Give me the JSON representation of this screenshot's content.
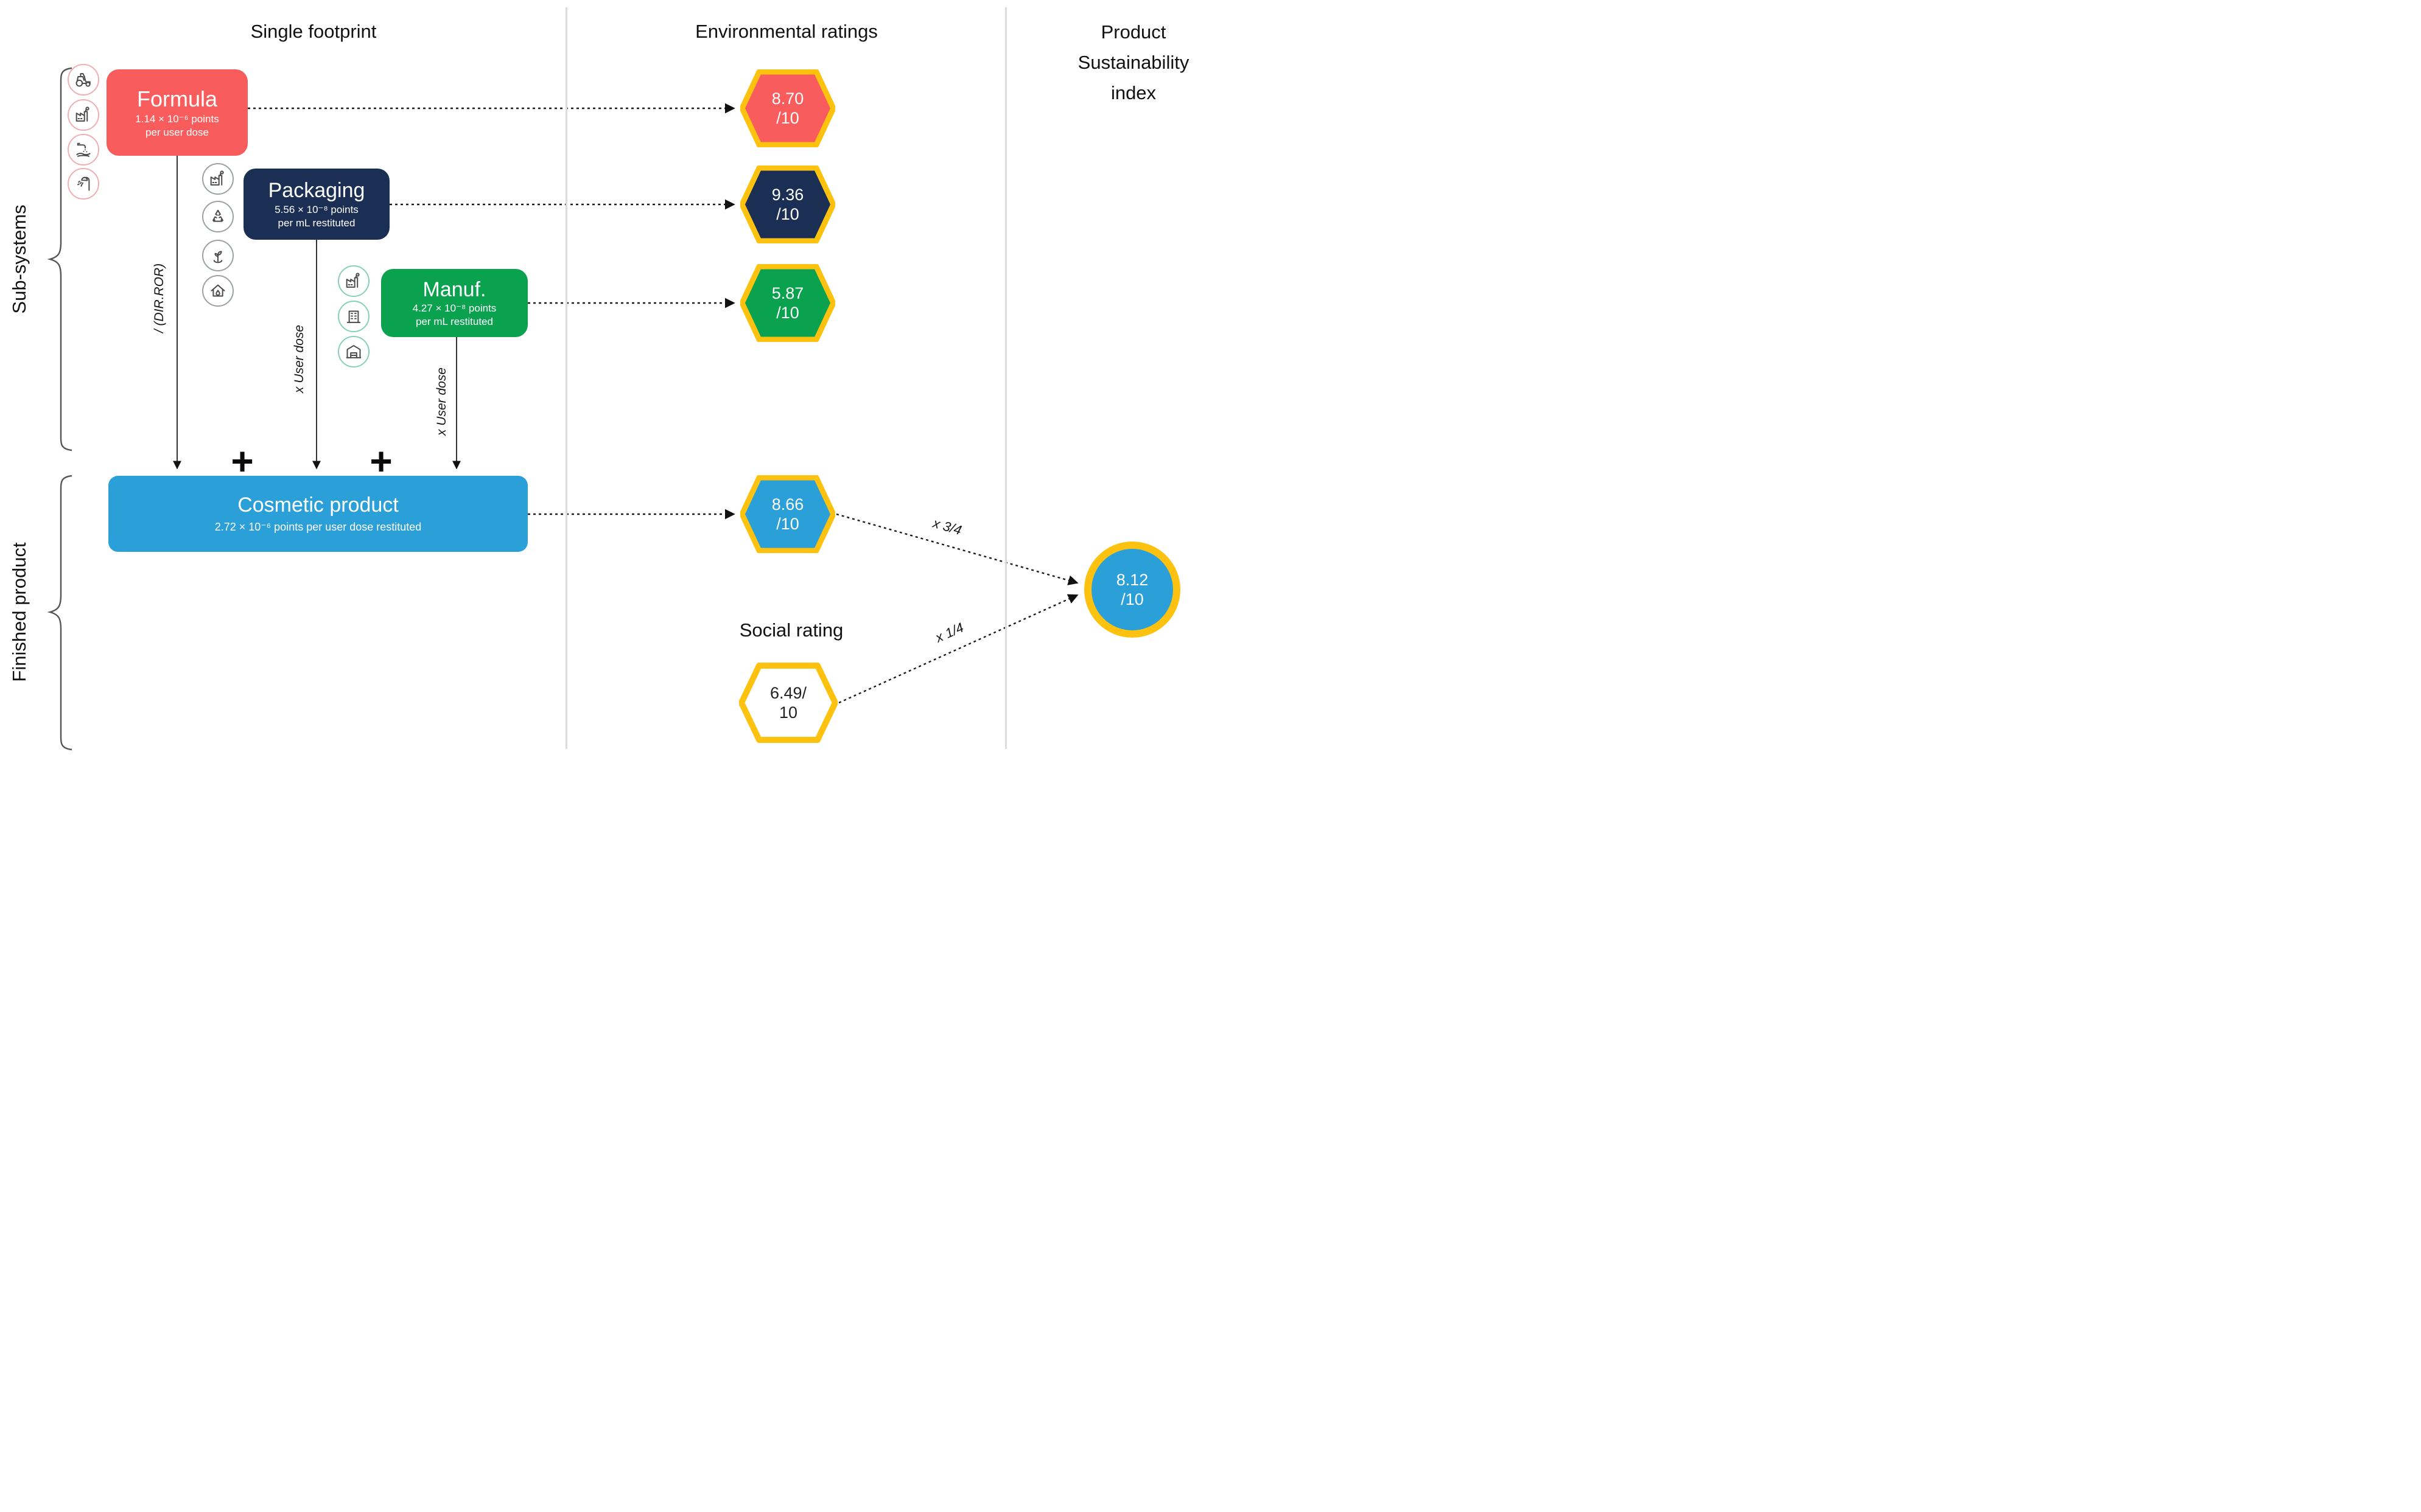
{
  "headers": {
    "single_footprint": "Single footprint",
    "environmental_ratings": "Environmental ratings",
    "psi_line1": "Product",
    "psi_line2": "Sustainability",
    "psi_line3": "index"
  },
  "side_labels": {
    "sub_systems": "Sub-systems",
    "finished_product": "Finished product"
  },
  "boxes": {
    "formula": {
      "title": "Formula",
      "sub1": "1.14 × 10⁻⁶ points",
      "sub2": "per user dose",
      "color": "#f85c5d"
    },
    "packaging": {
      "title": "Packaging",
      "sub1": "5.56 × 10⁻⁸ points",
      "sub2": "per mL restituted",
      "color": "#1b2f55"
    },
    "manuf": {
      "title": "Manuf.",
      "sub1": "4.27 × 10⁻⁸ points",
      "sub2": "per mL restituted",
      "color": "#0aa14f"
    },
    "cosmetic": {
      "title": "Cosmetic product",
      "sub1": "2.72 × 10⁻⁶ points per user dose restituted",
      "color": "#2a9fd8"
    }
  },
  "ratings": {
    "formula_env": {
      "line1": "8.70",
      "line2": "/10",
      "color": "#f85c5d"
    },
    "packaging_env": {
      "line1": "9.36",
      "line2": "/10",
      "color": "#1b2f55"
    },
    "manuf_env": {
      "line1": "5.87",
      "line2": "/10",
      "color": "#0aa14f"
    },
    "cosmetic_env": {
      "line1": "8.66",
      "line2": "/10",
      "color": "#2a9fd8"
    },
    "social": {
      "line1": "6.49/",
      "line2": "10",
      "color": "#ffffff"
    },
    "psi": {
      "line1": "8.12",
      "line2": "/10",
      "color": "#2a9fd8"
    }
  },
  "labels": {
    "social_rating": "Social rating",
    "dir_ror": "/ (DIR.ROR)",
    "user_dose_packaging": "x User dose",
    "user_dose_manuf": "x User dose",
    "plus_1": "+",
    "plus_2": "+",
    "x34": "x 3/4",
    "x14": "x 1/4"
  },
  "icons": {
    "formula": [
      "tractor-icon",
      "factory-icon",
      "hand-washing-icon",
      "shower-icon"
    ],
    "packaging": [
      "factory-icon",
      "recycling-icon",
      "plant-icon",
      "house-water-icon"
    ],
    "manuf": [
      "factory-icon",
      "building-icon",
      "warehouse-icon"
    ]
  },
  "accent_colors": {
    "hex_border": "#fcc20f",
    "divider": "#dcdcdc",
    "arrow": "#1a1a1a"
  }
}
